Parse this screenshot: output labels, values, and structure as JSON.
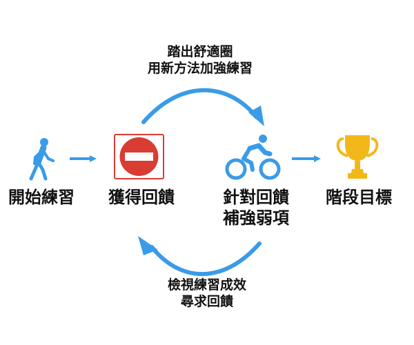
{
  "top_note": {
    "line1": "踏出舒適圈",
    "line2": "用新方法加強練習"
  },
  "bottom_note": {
    "line1": "檢視練習成效",
    "line2": "尋求回饋"
  },
  "stages": {
    "start": {
      "label": "開始練習",
      "icon": "walking-person-icon"
    },
    "feedback": {
      "label": "獲得回饋",
      "icon": "no-entry-sign-icon"
    },
    "cycle": {
      "line1": "針對回饋",
      "line2": "補強弱項",
      "icon": "cyclist-icon"
    },
    "goal": {
      "label": "階段目標",
      "icon": "trophy-icon"
    }
  },
  "colors": {
    "arrow": "#3a9be8",
    "person": "#3a9be8",
    "sign_red": "#d83c33",
    "trophy": "#f2b81a"
  }
}
